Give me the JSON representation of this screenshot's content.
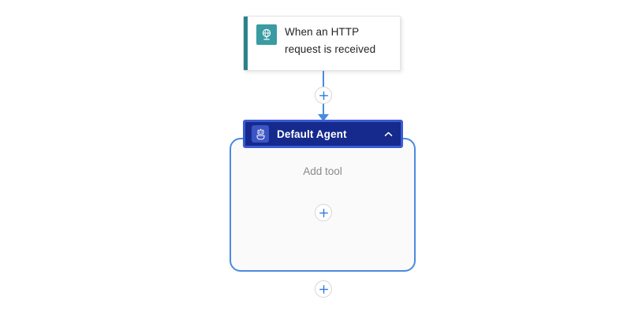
{
  "canvas": {
    "background_color": "#ffffff",
    "accent_blue": "#4a8ae0",
    "agent_navy": "#152a8c",
    "agent_border_blue": "#3b5bd4",
    "trigger_teal": "#3a9ba3"
  },
  "trigger": {
    "label": "When an HTTP request is received",
    "icon": "http-request-globe-icon",
    "accent_color": "#2c8289"
  },
  "connector": {
    "add_step_icon": "plus-icon"
  },
  "agent": {
    "title": "Default Agent",
    "icon": "robot-agent-icon",
    "collapse_icon": "chevron-up-icon",
    "add_tool_label": "Add tool",
    "add_tool_icon": "plus-icon"
  },
  "bottom": {
    "add_step_icon": "plus-icon"
  }
}
